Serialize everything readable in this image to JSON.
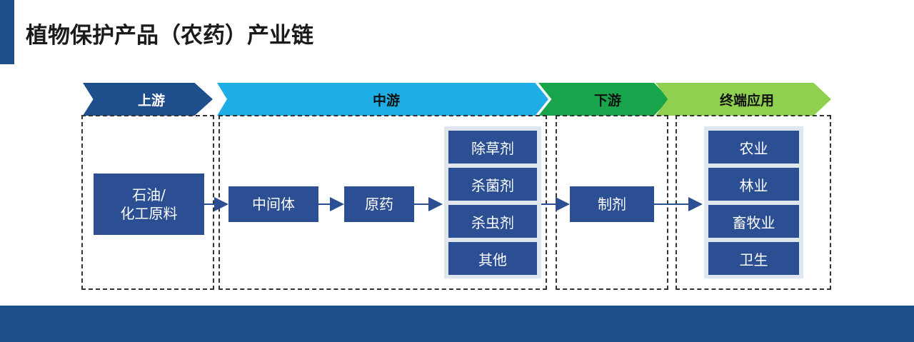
{
  "title": "植物保护产品（农药）产业链",
  "stages": {
    "upstream": "上游",
    "midstream": "中游",
    "downstream": "下游",
    "end_use": "终端应用"
  },
  "nodes": {
    "raw_materials_line1": "石油/",
    "raw_materials_line2": "化工原料",
    "intermediates": "中间体",
    "technical": "原药",
    "formulation": "制剂"
  },
  "products": [
    "除草剂",
    "杀菌剂",
    "杀虫剂",
    "其他"
  ],
  "applications": [
    "农业",
    "林业",
    "畜牧业",
    "卫生"
  ],
  "colors": {
    "upstream": "#1f4e8c",
    "midstream": "#1eaee5",
    "downstream": "#19a54c",
    "end_use": "#8fd14f",
    "node": "#2b4f92",
    "panel": "#dfe6f0"
  }
}
